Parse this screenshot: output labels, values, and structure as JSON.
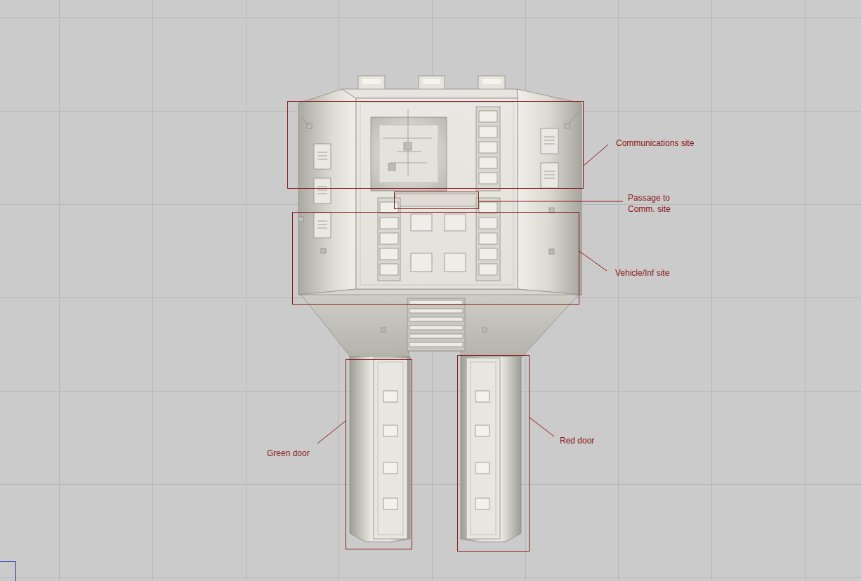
{
  "diagram": {
    "labels": [
      "Communications site",
      "Passage to Comm. site",
      "Vehicle/Inf site",
      "Green door",
      "Red door"
    ]
  }
}
